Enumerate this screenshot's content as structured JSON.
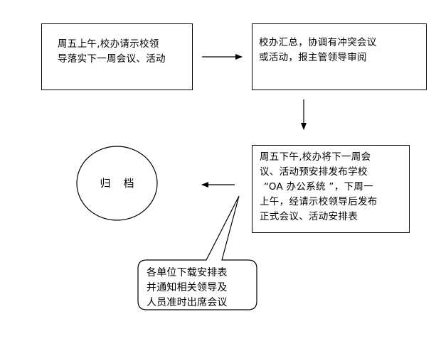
{
  "steps": {
    "step1": {
      "line1": "周五上午,校办请示校领",
      "line2": "导落实下一周会议、活动"
    },
    "step2": {
      "line1": "校办汇总，协调有冲突会议",
      "line2": "或活动，报主管领导审阅"
    },
    "step3": {
      "line1": "周五下午,校办将下一周会",
      "line2": "议、活动预安排发布学校",
      "line3": "“OA 办公系统 ”，下周一",
      "line4": "上午，经请示校领导后发布",
      "line5": "正式会议、活动安排表"
    }
  },
  "archive": {
    "label": "归档"
  },
  "callout": {
    "line1": "各单位下载安排表",
    "line2": "并通知相关领导及",
    "line3": "人员准时出席会议"
  }
}
